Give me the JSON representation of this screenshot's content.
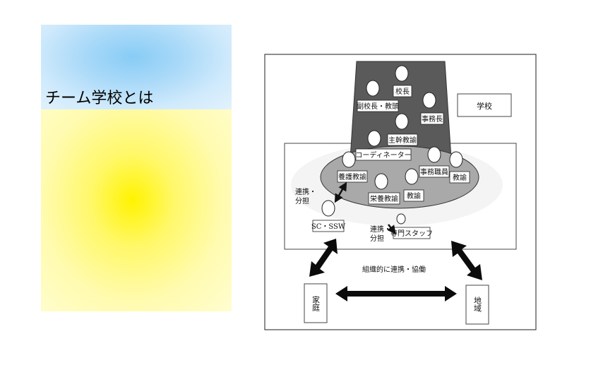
{
  "slide": {
    "title": "チーム学校とは"
  },
  "diagram": {
    "school_label": "学校",
    "roles": {
      "principal": "校長",
      "vice_principal": "副校長・教頭",
      "office_manager": "事務長",
      "chief_teacher": "主幹教諭",
      "coordinator": "コーディネーター",
      "nurse_teacher": "養護教諭",
      "nutrition_teacher": "栄養教諭",
      "teacher_center": "教諭",
      "office_staff": "事務職員",
      "teacher_right": "教諭",
      "sc_ssw": "SC・SSW",
      "specialist_staff": "専門スタッフ"
    },
    "link_label_left_line1": "連携・",
    "link_label_left_line2": "分担",
    "link_label_right_line1": "連携・",
    "link_label_right_line2": "分担",
    "collaboration_label": "組織的に連携・協働",
    "home_label": "家庭",
    "community_label": "地域"
  },
  "colors": {
    "sky_blue": "#88ccf6",
    "yellow": "#fff300",
    "dark_trapezoid": "#5a5a5a",
    "ellipse_gray": "#a9a9a9"
  }
}
